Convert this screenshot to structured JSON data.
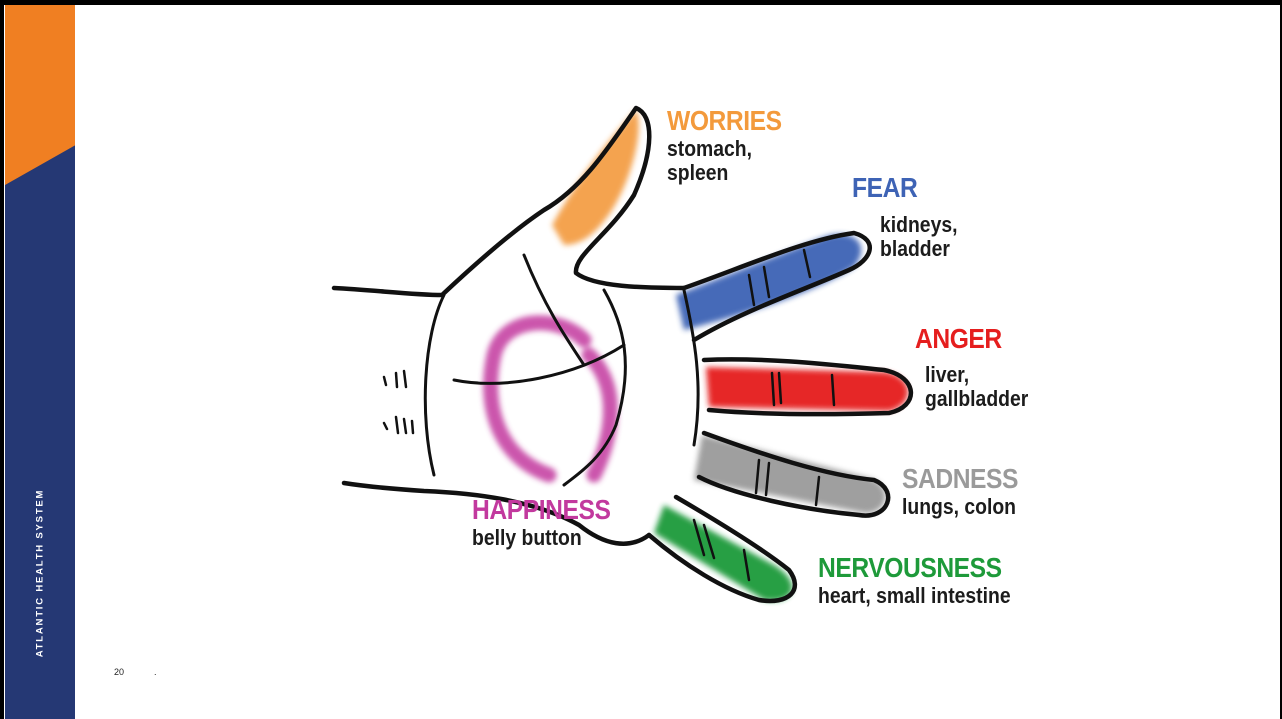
{
  "branding": {
    "org_name": "ATLANTIC HEALTH SYSTEM"
  },
  "footer": {
    "page_number": "20",
    "marker": "."
  },
  "labels": {
    "worries": {
      "emotion": "WORRIES",
      "organs_1": "stomach,",
      "organs_2": "spleen",
      "color": "#f39a3c"
    },
    "fear": {
      "emotion": "FEAR",
      "organs_1": "kidneys,",
      "organs_2": "bladder",
      "color": "#3e63b5"
    },
    "anger": {
      "emotion": "ANGER",
      "organs_1": "liver,",
      "organs_2": "gallbladder",
      "color": "#e51e1e"
    },
    "sadness": {
      "emotion": "SADNESS",
      "organs_1": "lungs, colon",
      "organs_2": "",
      "color": "#9a9a9a"
    },
    "nervousness": {
      "emotion": "NERVOUSNESS",
      "organs_1": "heart, small intestine",
      "organs_2": "",
      "color": "#1e9a3a"
    },
    "happiness": {
      "emotion": "HAPPINESS",
      "organs_1": "belly button",
      "organs_2": "",
      "color": "#c2399e"
    }
  }
}
